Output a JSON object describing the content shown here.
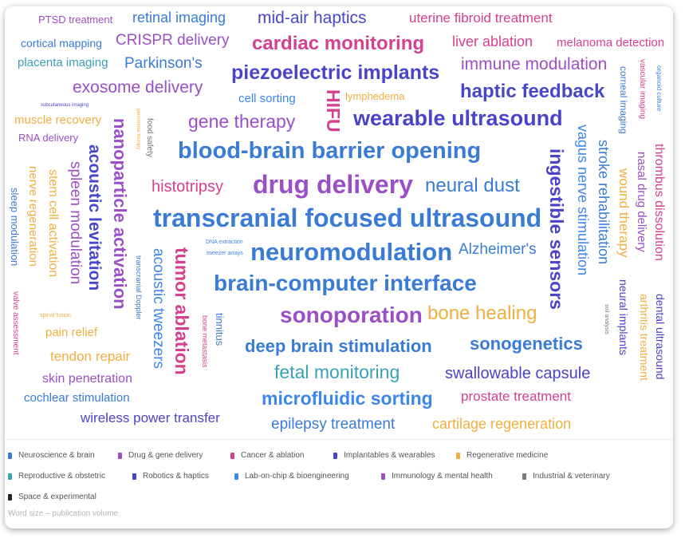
{
  "chart_data": {
    "type": "wordcloud",
    "size_encoding": "publication volume",
    "categories": [
      {
        "name": "Neuroscience & brain",
        "color": "#3a7bd5"
      },
      {
        "name": "Drug & gene delivery",
        "color": "#9b4fc7"
      },
      {
        "name": "Cancer & ablation",
        "color": "#d4418e"
      },
      {
        "name": "Implantables & wearables",
        "color": "#4b43c8"
      },
      {
        "name": "Regenerative medicine",
        "color": "#f0b040"
      },
      {
        "name": "Reproductive & obstetric",
        "color": "#3aa0b5"
      },
      {
        "name": "Robotics & haptics",
        "color": "#4648c7"
      },
      {
        "name": "Lab-on-chip & bioengineering",
        "color": "#3d86ec"
      },
      {
        "name": "Immunology & mental health",
        "color": "#a04ec2"
      },
      {
        "name": "Industrial & veterinary",
        "color": "#777777"
      },
      {
        "name": "Space & experimental",
        "color": "#222222"
      }
    ],
    "words": [
      {
        "text": "PTSD treatment",
        "category": 8,
        "size": 10
      },
      {
        "text": "retinal imaging",
        "category": 0,
        "size": 13
      },
      {
        "text": "mid-air haptics",
        "category": 6,
        "size": 15
      },
      {
        "text": "uterine fibroid treatment",
        "category": 2,
        "size": 13
      },
      {
        "text": "cortical mapping",
        "category": 0,
        "size": 10
      },
      {
        "text": "CRISPR delivery",
        "category": 1,
        "size": 13
      },
      {
        "text": "cardiac monitoring",
        "category": 2,
        "size": 18
      },
      {
        "text": "liver ablation",
        "category": 2,
        "size": 13
      },
      {
        "text": "melanoma detection",
        "category": 2,
        "size": 11
      },
      {
        "text": "placenta imaging",
        "category": 5,
        "size": 11
      },
      {
        "text": "Parkinson's",
        "category": 0,
        "size": 14
      },
      {
        "text": "piezoelectric implants",
        "category": 3,
        "size": 19
      },
      {
        "text": "immune modulation",
        "category": 8,
        "size": 15
      },
      {
        "text": "exosome delivery",
        "category": 1,
        "size": 15
      },
      {
        "text": "haptic feedback",
        "category": 6,
        "size": 18
      },
      {
        "text": "subcutaneous imaging",
        "category": 3,
        "size": 4
      },
      {
        "text": "cell sorting",
        "category": 7,
        "size": 11
      },
      {
        "text": "HIFU",
        "category": 2,
        "size": 17
      },
      {
        "text": "lymphedema",
        "category": 4,
        "size": 10
      },
      {
        "text": "muscle recovery",
        "category": 4,
        "size": 11
      },
      {
        "text": "gene therapy",
        "category": 1,
        "size": 17
      },
      {
        "text": "wearable ultrasound",
        "category": 3,
        "size": 21
      },
      {
        "text": "RNA delivery",
        "category": 1,
        "size": 10
      },
      {
        "text": "periodontal therapy",
        "category": 4,
        "size": 4
      },
      {
        "text": "food safety",
        "category": 9,
        "size": 7
      },
      {
        "text": "corneal imaging",
        "category": 0,
        "size": 9
      },
      {
        "text": "vascular imaging",
        "category": 2,
        "size": 7
      },
      {
        "text": "organoid culture",
        "category": 7,
        "size": 6
      },
      {
        "text": "nanoparticle activation",
        "category": 1,
        "size": 17
      },
      {
        "text": "blood-brain barrier opening",
        "category": 0,
        "size": 22
      },
      {
        "text": "ingestible sensors",
        "category": 3,
        "size": 18
      },
      {
        "text": "vagus nerve stimulation",
        "category": 7,
        "size": 14
      },
      {
        "text": "stroke rehabilitation",
        "category": 0,
        "size": 14
      },
      {
        "text": "nasal drug delivery",
        "category": 1,
        "size": 11
      },
      {
        "text": "thrombus dissolution",
        "category": 2,
        "size": 12
      },
      {
        "text": "acoustic levitation",
        "category": 6,
        "size": 16
      },
      {
        "text": "spleen modulation",
        "category": 8,
        "size": 15
      },
      {
        "text": "stem cell activation",
        "category": 4,
        "size": 12
      },
      {
        "text": "nerve regeneration",
        "category": 4,
        "size": 11
      },
      {
        "text": "sleep modulation",
        "category": 0,
        "size": 10
      },
      {
        "text": "histotripsy",
        "category": 2,
        "size": 15
      },
      {
        "text": "drug delivery",
        "category": 1,
        "size": 24
      },
      {
        "text": "neural dust",
        "category": 0,
        "size": 18
      },
      {
        "text": "wound therapy",
        "category": 4,
        "size": 13
      },
      {
        "text": "transcranial focused ultrasound",
        "category": 0,
        "size": 24
      },
      {
        "text": "DNA extraction",
        "category": 7,
        "size": 5
      },
      {
        "text": "tweezer arrays",
        "category": 7,
        "size": 5
      },
      {
        "text": "neuromodulation",
        "category": 0,
        "size": 24
      },
      {
        "text": "Alzheimer's",
        "category": 0,
        "size": 14
      },
      {
        "text": "acoustic tweezers",
        "category": 7,
        "size": 14
      },
      {
        "text": "tumor ablation",
        "category": 2,
        "size": 17
      },
      {
        "text": "transcranial Doppler",
        "category": 0,
        "size": 6
      },
      {
        "text": "brain-computer interface",
        "category": 0,
        "size": 21
      },
      {
        "text": "valve assessment",
        "category": 2,
        "size": 7
      },
      {
        "text": "spinal fusion",
        "category": 4,
        "size": 5
      },
      {
        "text": "sonoporation",
        "category": 1,
        "size": 21
      },
      {
        "text": "bone healing",
        "category": 4,
        "size": 18
      },
      {
        "text": "soil analysis",
        "category": 9,
        "size": 5
      },
      {
        "text": "neural implants",
        "category": 3,
        "size": 10
      },
      {
        "text": "arthritis treatment",
        "category": 4,
        "size": 10
      },
      {
        "text": "dental ultrasound",
        "category": 3,
        "size": 10
      },
      {
        "text": "pain relief",
        "category": 4,
        "size": 11
      },
      {
        "text": "bone metastasis",
        "category": 2,
        "size": 6
      },
      {
        "text": "tinnitus",
        "category": 0,
        "size": 10
      },
      {
        "text": "deep brain stimulation",
        "category": 0,
        "size": 17
      },
      {
        "text": "sonogenetics",
        "category": 0,
        "size": 17
      },
      {
        "text": "tendon repair",
        "category": 4,
        "size": 13
      },
      {
        "text": "fetal monitoring",
        "category": 5,
        "size": 18
      },
      {
        "text": "swallowable capsule",
        "category": 3,
        "size": 15
      },
      {
        "text": "skin penetration",
        "category": 1,
        "size": 12
      },
      {
        "text": "microfluidic sorting",
        "category": 7,
        "size": 18
      },
      {
        "text": "prostate treatment",
        "category": 2,
        "size": 13
      },
      {
        "text": "cochlear stimulation",
        "category": 0,
        "size": 11
      },
      {
        "text": "wireless power transfer",
        "category": 3,
        "size": 13
      },
      {
        "text": "epilepsy treatment",
        "category": 0,
        "size": 14
      },
      {
        "text": "cartilage regeneration",
        "category": 4,
        "size": 13
      }
    ]
  },
  "caption": "Word size – publication volume"
}
